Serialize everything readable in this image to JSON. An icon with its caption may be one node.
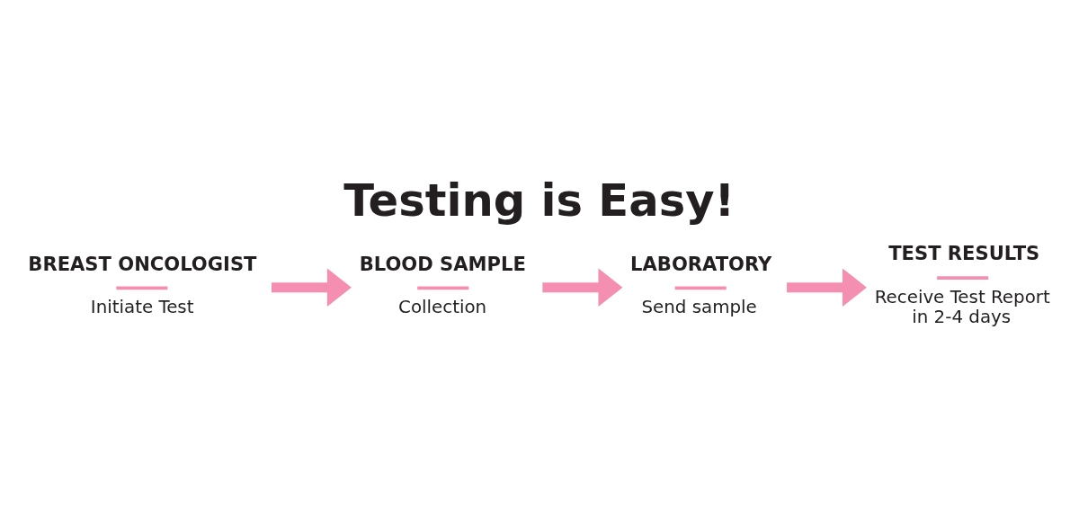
{
  "diagram": {
    "title": "Testing is Easy!",
    "nodes": [
      {
        "text": [
          "BREAST ONCOLOGIST",
          "Initiate Test"
        ]
      },
      {
        "text": [
          "BLOOD SAMPLE",
          "Collection"
        ]
      },
      {
        "text": [
          "LABORATORY",
          "Send sample"
        ]
      },
      {
        "text": [
          "TEST RESULTS",
          "Receive Test Report in 2-4 days"
        ]
      }
    ],
    "edges": [
      {
        "from": 0,
        "to": 1,
        "arrow": "to"
      },
      {
        "from": 1,
        "to": 2,
        "arrow": "to"
      },
      {
        "from": 2,
        "to": 3,
        "arrow": "to"
      }
    ]
  }
}
